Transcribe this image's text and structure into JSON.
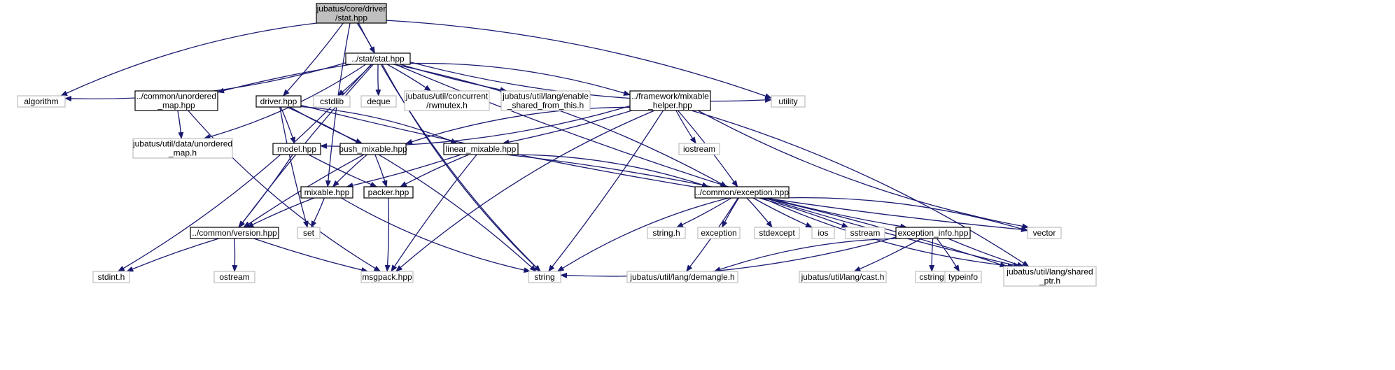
{
  "colors": {
    "edge": "#191970",
    "root_fill": "#bfbfbf",
    "root_stroke": "#000000",
    "local_stroke": "#000000",
    "external_stroke": "#bfbfbf",
    "background": "#ffffff"
  },
  "nodes": [
    {
      "id": "root",
      "kind": "root",
      "lines": [
        "jubatus/core/driver",
        "/stat.hpp"
      ]
    },
    {
      "id": "stat",
      "kind": "local",
      "lines": [
        "../stat/stat.hpp"
      ]
    },
    {
      "id": "algorithm",
      "kind": "external",
      "lines": [
        "algorithm"
      ]
    },
    {
      "id": "unordered_map",
      "kind": "local",
      "lines": [
        "../common/unordered",
        "_map.hpp"
      ]
    },
    {
      "id": "driver",
      "kind": "local",
      "lines": [
        "driver.hpp"
      ]
    },
    {
      "id": "cstdlib",
      "kind": "external",
      "lines": [
        "cstdlib"
      ]
    },
    {
      "id": "deque",
      "kind": "external",
      "lines": [
        "deque"
      ]
    },
    {
      "id": "rwmutex",
      "kind": "external",
      "lines": [
        "jubatus/util/concurrent",
        "/rwmutex.h"
      ]
    },
    {
      "id": "enable_shared",
      "kind": "external",
      "lines": [
        "jubatus/util/lang/enable",
        "_shared_from_this.h"
      ]
    },
    {
      "id": "mixable_helper",
      "kind": "local",
      "lines": [
        "../framework/mixable",
        "_helper.hpp"
      ]
    },
    {
      "id": "utility",
      "kind": "external",
      "lines": [
        "utility"
      ]
    },
    {
      "id": "util_unordered_map",
      "kind": "external",
      "lines": [
        "jubatus/util/data/unordered",
        "_map.h"
      ]
    },
    {
      "id": "model",
      "kind": "local",
      "lines": [
        "model.hpp"
      ]
    },
    {
      "id": "push_mixable",
      "kind": "local",
      "lines": [
        "push_mixable.hpp"
      ]
    },
    {
      "id": "linear_mixable",
      "kind": "local",
      "lines": [
        "linear_mixable.hpp"
      ]
    },
    {
      "id": "iostream",
      "kind": "external",
      "lines": [
        "iostream"
      ]
    },
    {
      "id": "mixable",
      "kind": "local",
      "lines": [
        "mixable.hpp"
      ]
    },
    {
      "id": "packer",
      "kind": "local",
      "lines": [
        "packer.hpp"
      ]
    },
    {
      "id": "exception",
      "kind": "local",
      "lines": [
        "../common/exception.hpp"
      ]
    },
    {
      "id": "version",
      "kind": "local",
      "lines": [
        "../common/version.hpp"
      ]
    },
    {
      "id": "set",
      "kind": "external",
      "lines": [
        "set"
      ]
    },
    {
      "id": "string_h",
      "kind": "external",
      "lines": [
        "string.h"
      ]
    },
    {
      "id": "exception_std",
      "kind": "external",
      "lines": [
        "exception"
      ]
    },
    {
      "id": "stdexcept",
      "kind": "external",
      "lines": [
        "stdexcept"
      ]
    },
    {
      "id": "ios",
      "kind": "external",
      "lines": [
        "ios"
      ]
    },
    {
      "id": "sstream",
      "kind": "external",
      "lines": [
        "sstream"
      ]
    },
    {
      "id": "exception_info",
      "kind": "local",
      "lines": [
        "exception_info.hpp"
      ]
    },
    {
      "id": "vector",
      "kind": "external",
      "lines": [
        "vector"
      ]
    },
    {
      "id": "stdint",
      "kind": "external",
      "lines": [
        "stdint.h"
      ]
    },
    {
      "id": "ostream",
      "kind": "external",
      "lines": [
        "ostream"
      ]
    },
    {
      "id": "msgpack",
      "kind": "external",
      "lines": [
        "msgpack.hpp"
      ]
    },
    {
      "id": "string",
      "kind": "external",
      "lines": [
        "string"
      ]
    },
    {
      "id": "demangle",
      "kind": "external",
      "lines": [
        "jubatus/util/lang/demangle.h"
      ]
    },
    {
      "id": "cast",
      "kind": "external",
      "lines": [
        "jubatus/util/lang/cast.h"
      ]
    },
    {
      "id": "cstring",
      "kind": "external",
      "lines": [
        "cstring"
      ]
    },
    {
      "id": "typeinfo",
      "kind": "external",
      "lines": [
        "typeinfo"
      ]
    },
    {
      "id": "shared_ptr",
      "kind": "external",
      "lines": [
        "jubatus/util/lang/shared",
        "_ptr.h"
      ]
    }
  ],
  "edges": [
    [
      "root",
      "stat"
    ],
    [
      "root",
      "algorithm"
    ],
    [
      "root",
      "driver"
    ],
    [
      "root",
      "mixable"
    ],
    [
      "root",
      "utility"
    ],
    [
      "root",
      "string"
    ],
    [
      "stat",
      "algorithm"
    ],
    [
      "stat",
      "unordered_map"
    ],
    [
      "stat",
      "cstdlib"
    ],
    [
      "stat",
      "deque"
    ],
    [
      "stat",
      "rwmutex"
    ],
    [
      "stat",
      "enable_shared"
    ],
    [
      "stat",
      "mixable_helper"
    ],
    [
      "stat",
      "utility"
    ],
    [
      "stat",
      "util_unordered_map"
    ],
    [
      "stat",
      "version"
    ],
    [
      "stat",
      "stdint"
    ],
    [
      "stat",
      "string"
    ],
    [
      "stat",
      "exception"
    ],
    [
      "stat",
      "shared_ptr"
    ],
    [
      "unordered_map",
      "util_unordered_map"
    ],
    [
      "unordered_map",
      "msgpack"
    ],
    [
      "driver",
      "model"
    ],
    [
      "driver",
      "push_mixable"
    ],
    [
      "driver",
      "linear_mixable"
    ],
    [
      "driver",
      "set"
    ],
    [
      "driver",
      "string"
    ],
    [
      "driver",
      "vector"
    ],
    [
      "mixable_helper",
      "model"
    ],
    [
      "mixable_helper",
      "push_mixable"
    ],
    [
      "mixable_helper",
      "linear_mixable"
    ],
    [
      "mixable_helper",
      "iostream"
    ],
    [
      "mixable_helper",
      "exception"
    ],
    [
      "mixable_helper",
      "msgpack"
    ],
    [
      "mixable_helper",
      "string"
    ],
    [
      "mixable_helper",
      "vector"
    ],
    [
      "mixable_helper",
      "shared_ptr"
    ],
    [
      "model",
      "packer"
    ],
    [
      "model",
      "version"
    ],
    [
      "push_mixable",
      "mixable"
    ],
    [
      "push_mixable",
      "packer"
    ],
    [
      "push_mixable",
      "version"
    ],
    [
      "linear_mixable",
      "mixable"
    ],
    [
      "linear_mixable",
      "packer"
    ],
    [
      "linear_mixable",
      "exception"
    ],
    [
      "linear_mixable",
      "msgpack"
    ],
    [
      "linear_mixable",
      "shared_ptr"
    ],
    [
      "mixable",
      "version"
    ],
    [
      "mixable",
      "set"
    ],
    [
      "mixable",
      "string"
    ],
    [
      "packer",
      "msgpack"
    ],
    [
      "version",
      "stdint"
    ],
    [
      "version",
      "ostream"
    ],
    [
      "version",
      "msgpack"
    ],
    [
      "exception",
      "string_h"
    ],
    [
      "exception",
      "exception_std"
    ],
    [
      "exception",
      "stdexcept"
    ],
    [
      "exception",
      "ios"
    ],
    [
      "exception",
      "sstream"
    ],
    [
      "exception",
      "exception_info"
    ],
    [
      "exception",
      "vector"
    ],
    [
      "exception",
      "string"
    ],
    [
      "exception",
      "demangle"
    ],
    [
      "exception",
      "shared_ptr"
    ],
    [
      "exception_info",
      "string"
    ],
    [
      "exception_info",
      "demangle"
    ],
    [
      "exception_info",
      "cast"
    ],
    [
      "exception_info",
      "cstring"
    ],
    [
      "exception_info",
      "typeinfo"
    ],
    [
      "exception_info",
      "shared_ptr"
    ]
  ]
}
